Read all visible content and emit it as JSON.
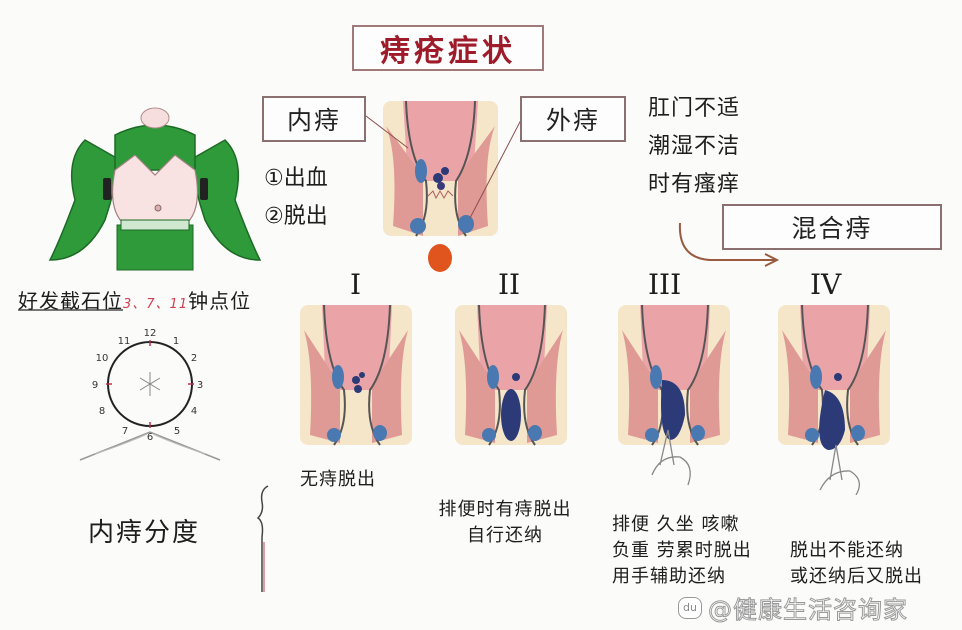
{
  "title": "痔疮症状",
  "internal": {
    "label": "内痔",
    "symptoms": [
      "①出血",
      "②脱出"
    ]
  },
  "external": {
    "label": "外痔",
    "symptoms": [
      "肛门不适",
      "潮湿不洁",
      "时有瘙痒"
    ]
  },
  "mixed": {
    "label": "混合痔"
  },
  "position": {
    "prefix": "好发截石位",
    "points": "3、7、11",
    "suffix": "钟点位",
    "clock_numbers": [
      "12",
      "1",
      "2",
      "3",
      "4",
      "5",
      "6",
      "7",
      "8",
      "9",
      "10",
      "11"
    ]
  },
  "grading": {
    "label": "内痔分度",
    "grades": [
      {
        "numeral": "I",
        "caption": [
          "无痔脱出"
        ]
      },
      {
        "numeral": "II",
        "caption": [
          "排便时有痔脱出",
          "自行还纳"
        ]
      },
      {
        "numeral": "III",
        "caption": [
          "排便 久坐 咳嗽",
          "负重 劳累时脱出",
          "用手辅助还纳"
        ]
      },
      {
        "numeral": "IV",
        "caption": [
          "脱出不能还纳",
          "或还纳后又脱出"
        ]
      }
    ]
  },
  "watermark": {
    "logo": "du",
    "text": "@健康生活咨询家"
  },
  "colors": {
    "title_red": "#9e1c2a",
    "drape_green": "#2e9a3a",
    "tissue_pink": "#e9a3a3",
    "hemorrhoid_blue": "#2d3a78",
    "blood_orange": "#e0541e",
    "arrow_brown": "#9a5a40",
    "clock_red": "#c0304a"
  }
}
